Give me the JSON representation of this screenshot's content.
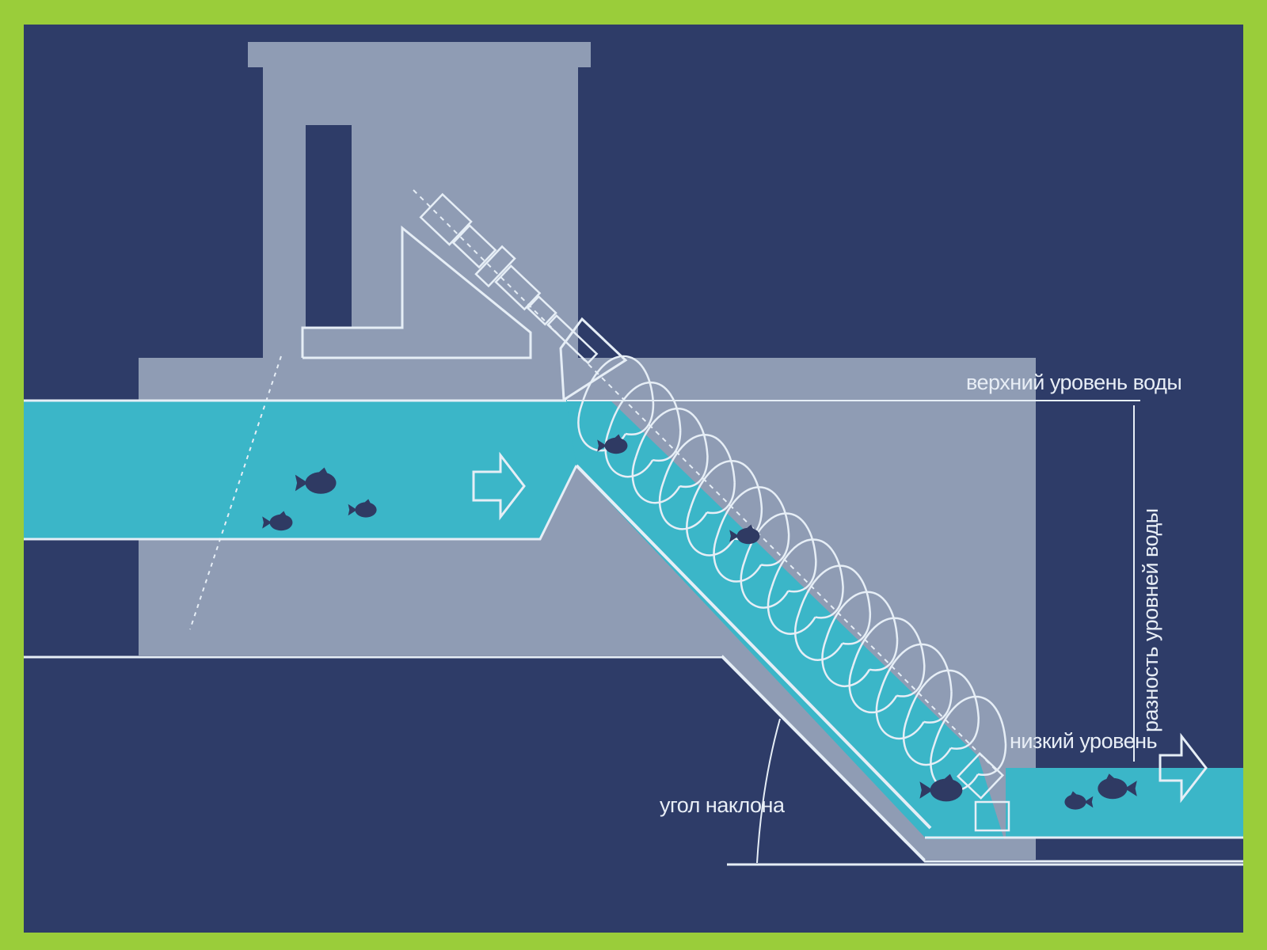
{
  "labels": {
    "upper_level": "верхний уровень воды",
    "level_difference": "разность уровней воды",
    "lower_level": "низкий уровень",
    "inclination_angle": "угол наклона"
  },
  "colors": {
    "frame": "#9ACD3A",
    "background": "#2E3C68",
    "structure": "#8F9CB4",
    "water": "#3BB6C8",
    "line": "#E6EEF6",
    "fish": "#2F3A63"
  },
  "icons": [
    "fish-icon",
    "flow-arrow-icon"
  ]
}
